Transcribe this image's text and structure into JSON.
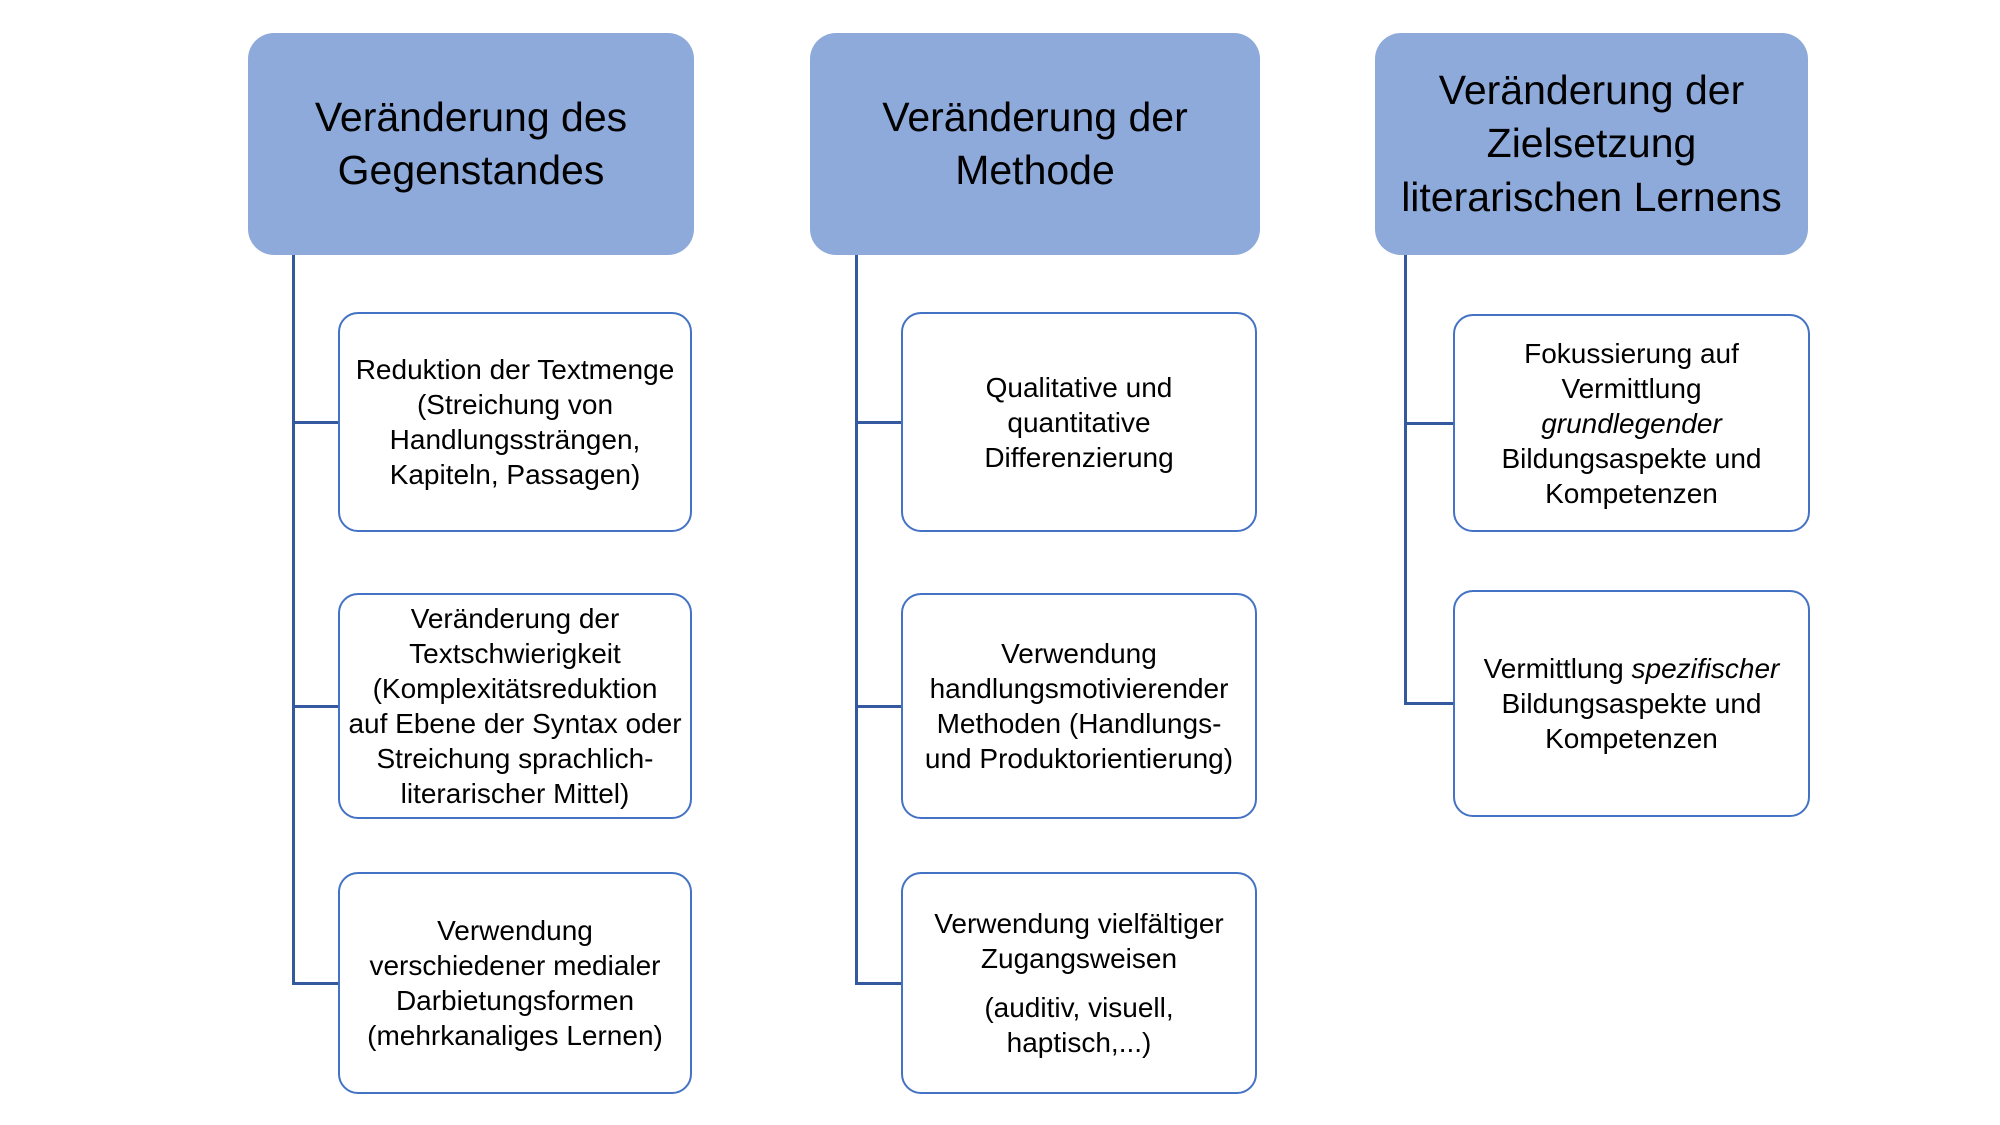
{
  "colors": {
    "header_fill": "#8EAADB",
    "box_border": "#4472C4",
    "connector": "#35599E",
    "child_fill": "#FFFFFF",
    "background": "#FFFFFF",
    "text": "#000000"
  },
  "columns": [
    {
      "header": "Veränderung des\nGegenstandes",
      "children": [
        {
          "text": "Reduktion der Textmenge\n(Streichung von\nHandlungssträngen,\nKapiteln, Passagen)"
        },
        {
          "text": "Veränderung der\nTextschwierigkeit\n(Komplexitätsreduktion\nauf Ebene der Syntax oder\nStreichung sprachlich-\nliterarischer Mittel)"
        },
        {
          "text": "Verwendung\nverschiedener medialer\nDarbietungsformen\n(mehrkanaliges Lernen)"
        }
      ]
    },
    {
      "header": "Veränderung der\nMethode",
      "children": [
        {
          "text": "Qualitative und\nquantitative\nDifferenzierung"
        },
        {
          "text": "Verwendung\nhandlungsmotivierender\nMethoden (Handlungs-\nund Produktorientierung)"
        },
        {
          "para1": "Verwendung vielfältiger\nZugangsweisen",
          "para2": "(auditiv, visuell,\nhaptisch,...)"
        }
      ]
    },
    {
      "header": "Veränderung der\nZielsetzung\nliterarischen Lernens",
      "children": [
        {
          "pre": "Fokussierung auf\nVermittlung\n",
          "italic": "grundlegender",
          "post": "\nBildungsaspekte und\nKompetenzen"
        },
        {
          "pre": "Vermittlung ",
          "italic": "spezifischer",
          "post": "\nBildungsaspekte und\nKompetenzen"
        }
      ]
    }
  ]
}
